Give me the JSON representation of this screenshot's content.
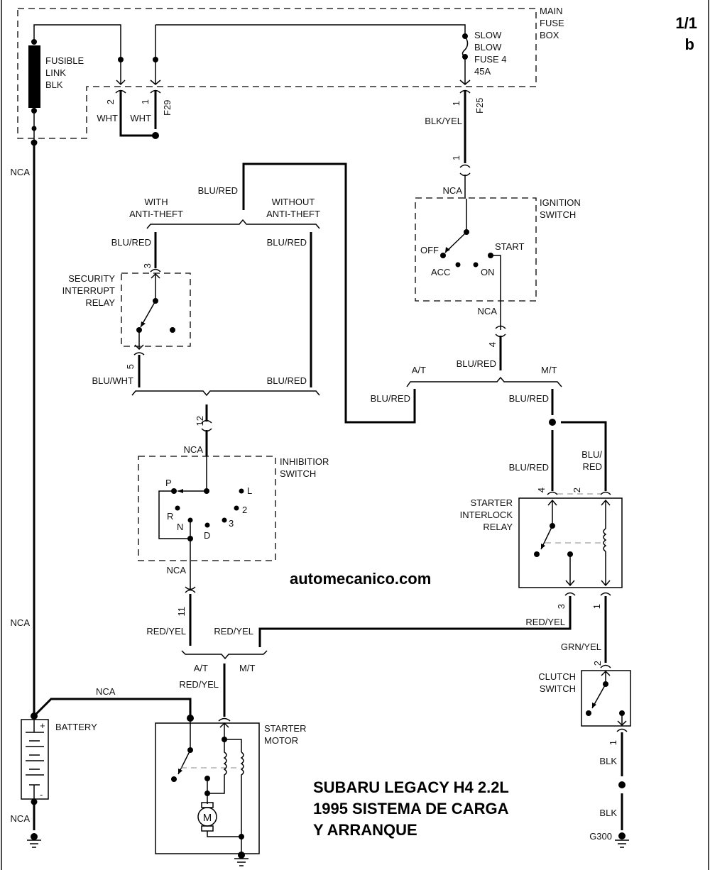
{
  "page": {
    "sheet": "1/1",
    "variant": "b"
  },
  "title": {
    "line1": "SUBARU LEGACY H4 2.2L",
    "line2": "1995 SISTEMA DE CARGA",
    "line3": "Y ARRANQUE"
  },
  "watermark": "automecanico.com",
  "components": {
    "main_fuse_box": {
      "label": [
        "MAIN",
        "FUSE",
        "BOX"
      ]
    },
    "fusible_link": {
      "label": [
        "FUSIBLE",
        "LINK",
        "BLK"
      ]
    },
    "slow_blow_fuse": {
      "label": [
        "SLOW",
        "BLOW",
        "FUSE 4",
        "45A"
      ]
    },
    "ignition_switch": {
      "label": [
        "IGNITION",
        "SWITCH"
      ],
      "positions": [
        "OFF",
        "ACC",
        "ON",
        "START"
      ]
    },
    "security_interrupt_relay": {
      "label": [
        "SECURITY",
        "INTERRUPT",
        "RELAY"
      ]
    },
    "inhibitor_switch": {
      "label": [
        "INHIBITIOR",
        "SWITCH"
      ],
      "positions": [
        "P",
        "R",
        "N",
        "D",
        "3",
        "2",
        "L"
      ]
    },
    "starter_interlock_relay": {
      "label": [
        "STARTER",
        "INTERLOCK",
        "RELAY"
      ]
    },
    "clutch_switch": {
      "label": [
        "CLUTCH",
        "SWITCH"
      ]
    },
    "battery": {
      "label": "BATTERY",
      "pos": "+",
      "neg": "-"
    },
    "starter_motor": {
      "label": [
        "STARTER",
        "MOTOR"
      ],
      "motor_symbol": "M"
    },
    "ground": {
      "label": "G300"
    }
  },
  "connectors": {
    "f29": "F29",
    "f25": "F25",
    "pin_2_f29": "2",
    "pin_1_f29": "1",
    "pin_1_f25": "1",
    "pin_1_ign": "1",
    "pin_4_ign": "4",
    "pin_3_sec": "3",
    "pin_5_sec": "5",
    "pin_12_inh": "12",
    "pin_11_inh": "11",
    "pin_4_sir": "4",
    "pin_2_sir": "2",
    "pin_3_sir": "3",
    "pin_1_sir": "1",
    "pin_2_clutch": "2",
    "pin_1_clutch": "1"
  },
  "wires": {
    "wht_a": "WHT",
    "wht_b": "WHT",
    "blk_yel": "BLK/YEL",
    "nca_ign_in": "NCA",
    "nca_ign_out": "NCA",
    "nca_left_top": "NCA",
    "nca_left_mid": "NCA",
    "nca_batt_starter": "NCA",
    "nca_batt_gnd": "NCA",
    "blu_red_top": "BLU/RED",
    "with_anti_theft": [
      "WITH",
      "ANTI-THEFT"
    ],
    "without_anti_theft": [
      "WITHOUT",
      "ANTI-THEFT"
    ],
    "blu_red_with": "BLU/RED",
    "blu_red_without": "BLU/RED",
    "blu_wht": "BLU/WHT",
    "blu_red_without_lower": "BLU/RED",
    "nca_inh_in": "NCA",
    "nca_inh_out": "NCA",
    "blu_red_ign_out": "BLU/RED",
    "at_1": "A/T",
    "mt_1": "M/T",
    "blu_red_at": "BLU/RED",
    "blu_red_mt": "BLU/RED",
    "blu_red_sir4": "BLU/RED",
    "blu_red_sir2": [
      "BLU/",
      "RED"
    ],
    "red_yel_inh": "RED/YEL",
    "red_yel_mt": "RED/YEL",
    "red_yel_sir": "RED/YEL",
    "at_2": "A/T",
    "mt_2": "M/T",
    "red_yel_starter": "RED/YEL",
    "grn_yel": "GRN/YEL",
    "blk_1": "BLK",
    "blk_2": "BLK"
  }
}
